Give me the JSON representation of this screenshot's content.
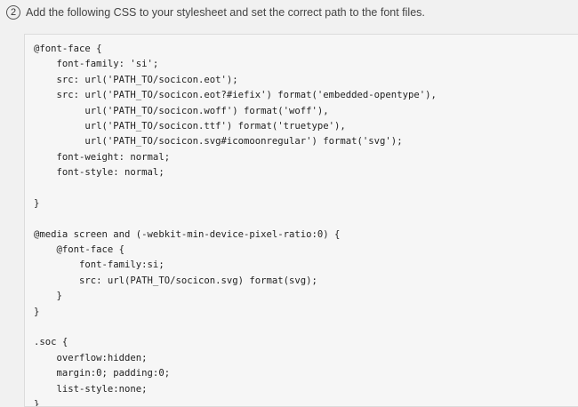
{
  "step": {
    "number": "2",
    "instruction": "Add the following CSS to your stylesheet and set the correct path to the font files."
  },
  "code_lines": [
    "@font-face {",
    "    font-family: 'si';",
    "    src: url('PATH_TO/socicon.eot');",
    "    src: url('PATH_TO/socicon.eot?#iefix') format('embedded-opentype'),",
    "         url('PATH_TO/socicon.woff') format('woff'),",
    "         url('PATH_TO/socicon.ttf') format('truetype'),",
    "         url('PATH_TO/socicon.svg#icomoonregular') format('svg');",
    "    font-weight: normal;",
    "    font-style: normal;",
    "",
    "}",
    "",
    "@media screen and (-webkit-min-device-pixel-ratio:0) {",
    "    @font-face {",
    "        font-family:si;",
    "        src: url(PATH_TO/socicon.svg) format(svg);",
    "    }",
    "}",
    "",
    ".soc {",
    "    overflow:hidden;",
    "    margin:0; padding:0;",
    "    list-style:none;",
    "}"
  ]
}
